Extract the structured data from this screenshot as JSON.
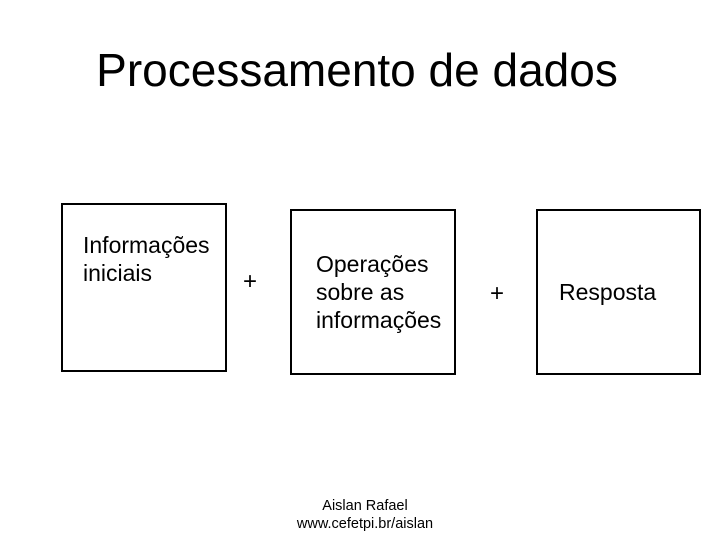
{
  "slide": {
    "title": "Processamento de dados",
    "diagram": {
      "boxes": [
        {
          "id": "informacoes-iniciais",
          "label": "Informações\niniciais"
        },
        {
          "id": "operacoes-sobre-informacoes",
          "label": "Operações\nsobre as\ninformações"
        },
        {
          "id": "resposta",
          "label": "Resposta"
        }
      ],
      "connectors": [
        {
          "symbol": "+"
        },
        {
          "symbol": "+"
        }
      ]
    },
    "footer": {
      "author": "Aislan Rafael",
      "url": "www.cefetpi.br/aislan"
    },
    "colors": {
      "background": "#ffffff",
      "text": "#000000",
      "box_border": "#000000"
    }
  }
}
